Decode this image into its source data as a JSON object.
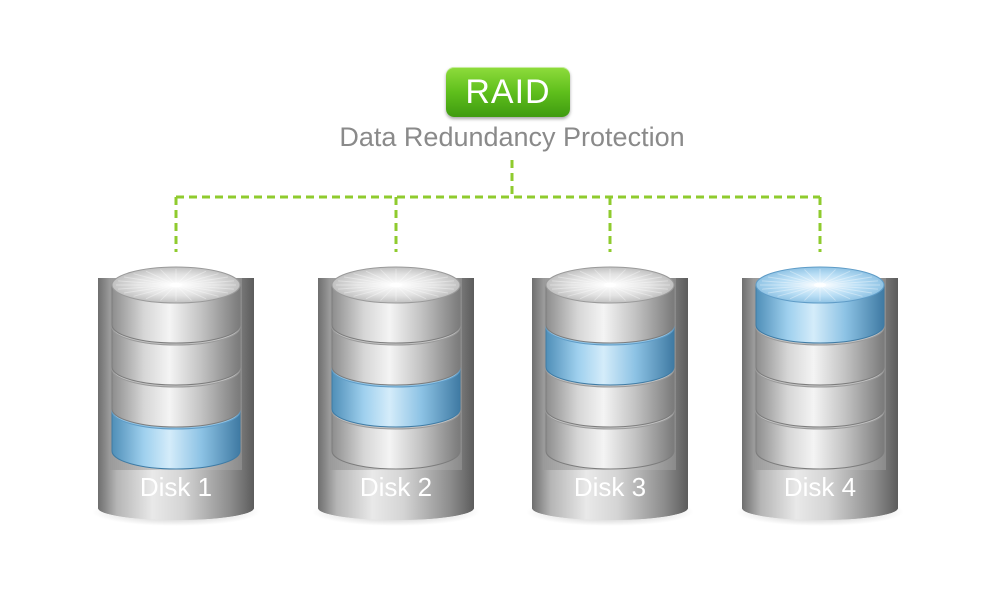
{
  "header": {
    "badge_label": "RAID",
    "subtitle": "Data Redundancy Protection"
  },
  "colors": {
    "badge_green": "#5fbf1c",
    "connector_green": "#8fcb2e",
    "platter_silver": "#c9c9c9",
    "platter_blue": "#8fc6e8"
  },
  "disks": [
    {
      "label": "Disk 1",
      "highlighted_platter": 4
    },
    {
      "label": "Disk 2",
      "highlighted_platter": 3
    },
    {
      "label": "Disk 3",
      "highlighted_platter": 2
    },
    {
      "label": "Disk 4",
      "highlighted_platter": 1
    }
  ]
}
